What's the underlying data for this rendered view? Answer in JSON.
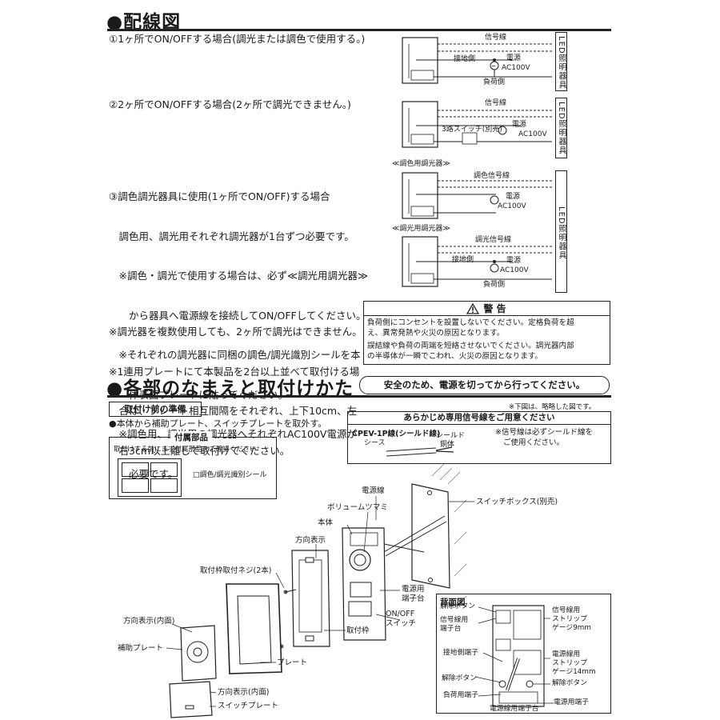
{
  "wiring": {
    "heading": "●配線図",
    "case1": "①1ヶ所でON/OFFする場合(調光または調色で使用する。)",
    "case2": "②2ヶ所でON/OFFする場合(2ヶ所で調光できません。)",
    "case3_lines": [
      "③調色調光器具に使用(1ヶ所でON/OFF)する場合",
      "　調色用、調光用それぞれ調光器が1台ずつ必要です。",
      "　※調色・調光で使用する場合は、必ず≪調光用調光器≫",
      "　　から器具へ電源線を接続してON/OFFしてください。",
      "　※それぞれの調光器に同梱の調色/調光識別シールを本",
      "　　体表面プレートに貼ってください。",
      "　※調色用、調光用の調光器へそれぞれAC100V電源が",
      "　　必要です。"
    ],
    "notes": [
      "※調光器を複数使用しても、2ヶ所で調光はできません。",
      "※1連用プレートにて本製品を2台以上並べて取付ける場",
      "　合は、プレート相互間隔をそれぞれ、上下10cm、左",
      "　右3cm以上離して取付けてください。"
    ],
    "diagram_labels": {
      "signal_line": "信号線",
      "ground_side": "接地側",
      "power": "電源",
      "ac100v": "AC100V",
      "load_side": "負荷側",
      "three_way_switch": "3路スイッチ(別売)",
      "led_fixture": "LED照明器具",
      "toning_dimmer": "≪調色用調光器≫",
      "dimming_dimmer": "≪調光用調光器≫",
      "toning_signal": "調色信号線",
      "dimming_signal": "調光信号線"
    }
  },
  "warning": {
    "title": "警 告",
    "icon": "warning-triangle-icon",
    "para1": [
      "負荷側にコンセントを設置しないでください。定格負荷を超",
      "え、異常発熱や火災の原因となります。"
    ],
    "para2": [
      "誤結線や負荷の両端を短絡させないでください。調光器内部",
      "の半導体が一瞬でこわれ、火災の原因となります。"
    ]
  },
  "install": {
    "heading": "●各部のなまえと取付けかた",
    "safety_note": "安全のため、電源を切ってから行ってください。",
    "simplified_note": "※下図は、略略した図です。",
    "prep_title": "取付け前の準備",
    "prep_text": "●本体から補助プレート、スイッチプレートを取外す。",
    "accessories_title": "付属部品",
    "accessories_note": "取付けする前にまず付属部品をご確認ください",
    "accessory_item": "□調色/調光識別シール",
    "signal_box_title": "あらかじめ専用信号線をご用意ください",
    "cable_name": "CPEV-1P線(シールド線)",
    "sheath": "シース",
    "shield": "シールド",
    "copper": "銅体",
    "cable_note": [
      "※信号線は必ずシールド線を",
      "ご使用ください。"
    ]
  },
  "parts": {
    "power_line": "電源線",
    "volume_knob": "ボリュームツマミ",
    "switch_box": "スイッチボックス(別売)",
    "body": "本体",
    "direction": "方向表示",
    "frame_screw": "取付枠取付ネジ(2本)",
    "power_terminal": [
      "電源用",
      "端子台"
    ],
    "onoff_switch": [
      "ON/OFF",
      "スイッチ"
    ],
    "direction_inner": "方向表示(内面)",
    "mount_frame": "取付枠",
    "aux_plate": "補助プレート",
    "plate": "プレート",
    "direction_inner2": "方向表示(内面)",
    "switch_plate": "スイッチプレート"
  },
  "rear": {
    "title": "背面図",
    "release_button": "解除ボタン",
    "signal_terminal": [
      "信号線用",
      "端子台"
    ],
    "ground_terminal": "接地側端子",
    "release_button2": "解除ボタン",
    "load_terminal": "負荷用端子",
    "power_terminal_block": "電源線用端子台",
    "power_terminal": "電源用端子",
    "signal_strip": [
      "信号線用",
      "ストリップ",
      "ゲージ9mm"
    ],
    "power_strip": [
      "電源線用",
      "ストリップ",
      "ゲージ14mm"
    ],
    "release_button3": "解除ボタン"
  }
}
